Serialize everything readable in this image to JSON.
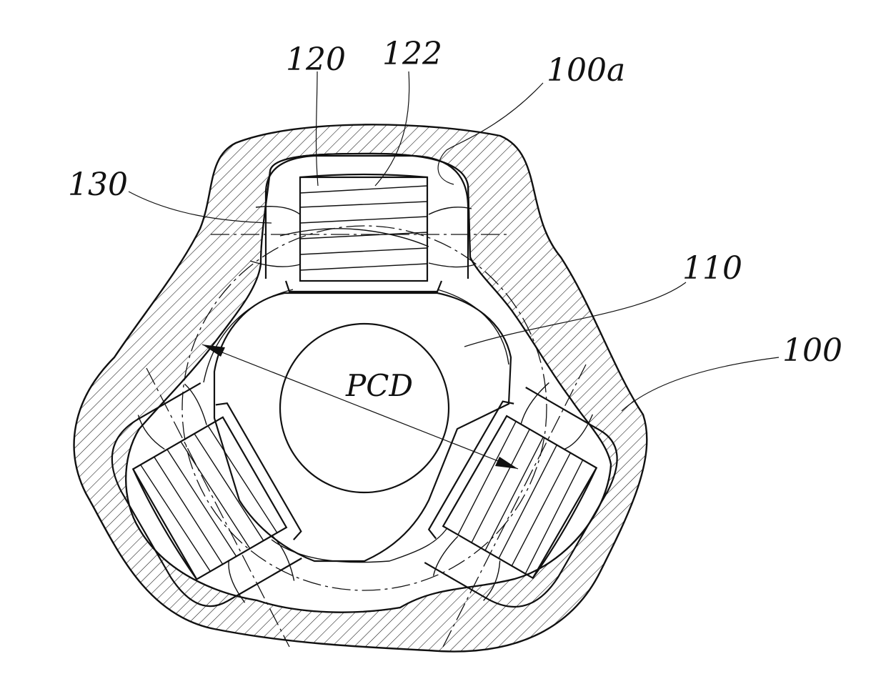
{
  "figure": {
    "labels": {
      "housing": "100",
      "housing_inner": "100a",
      "spider": "110",
      "trunnion": "120",
      "trunnion_thread": "122",
      "roller": "130",
      "pcd": "PCD"
    },
    "colors": {
      "line": "#111111",
      "background": "#ffffff"
    }
  }
}
